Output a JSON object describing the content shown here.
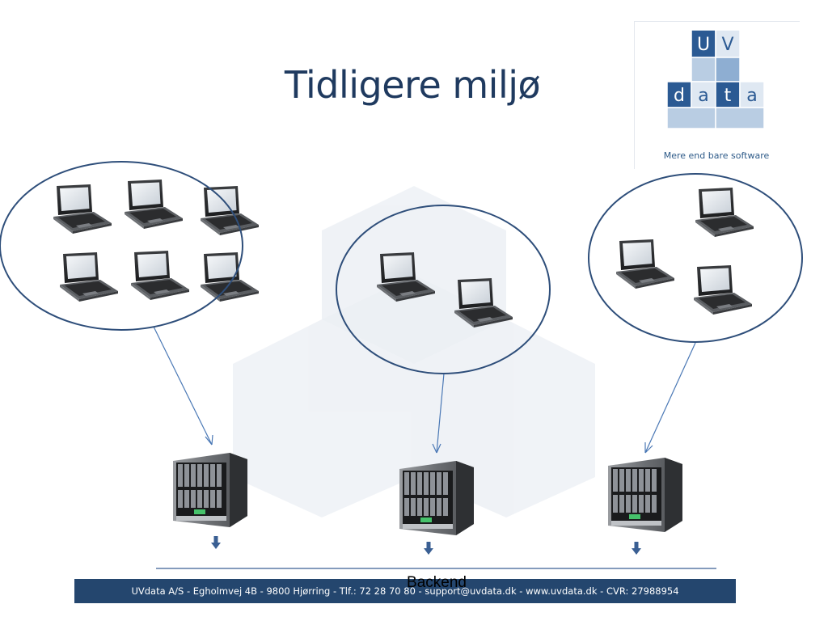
{
  "slide": {
    "title": "Tidligere miljø",
    "logo": {
      "letters": [
        "U",
        "V",
        "d",
        "a",
        "t",
        "a"
      ],
      "tagline": "Mere end bare software"
    },
    "backend_label": "Backend",
    "footer": "UVdata A/S - Egholmvej 4B - 9800 Hjørring - Tlf.: 72 28 70 80 - support@uvdata.dk - www.uvdata.dk - CVR: 27988954"
  },
  "diagram": {
    "groups": [
      {
        "name": "group-left",
        "laptops": 6,
        "connects_to": "server-left"
      },
      {
        "name": "group-middle",
        "laptops": 2,
        "connects_to": "server-middle"
      },
      {
        "name": "group-right",
        "laptops": 3,
        "connects_to": "server-right"
      }
    ],
    "servers": [
      "server-left",
      "server-middle",
      "server-right"
    ],
    "icons": [
      "laptop-icon",
      "server-icon",
      "arrow-down-icon"
    ],
    "colors": {
      "ellipse": "#2e4e7a",
      "connector": "#4a78b5",
      "title": "#1f3a5f",
      "footer": "#24466e",
      "arrow": "#3a5f93"
    }
  }
}
